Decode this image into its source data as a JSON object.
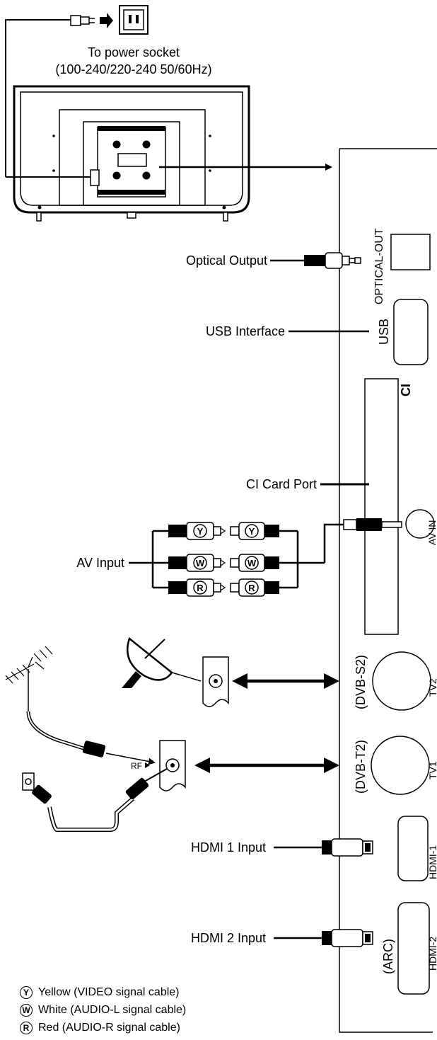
{
  "power": {
    "line1": "To power socket",
    "line2": "(100-240/220-240 50/60Hz)"
  },
  "panel": {
    "optical_out": "OPTICAL-OUT",
    "usb": "USB",
    "ci": "CI",
    "av_in": "AV IN",
    "dvb_s2": "(DVB-S2)",
    "tv2": "TV2",
    "dvb_t2": "(DVB-T2)",
    "tv1": "TV1",
    "hdmi1": "HDMI-1",
    "arc": "(ARC)",
    "hdmi2": "HDMI-2"
  },
  "callouts": {
    "optical_output": "Optical Output",
    "usb_interface": "USB Interface",
    "ci_card_port": "CI Card Port",
    "av_input": "AV Input",
    "rf": "RF",
    "hdmi1_input": "HDMI 1 Input",
    "hdmi2_input": "HDMI 2 Input"
  },
  "plug_letters": {
    "yellow": "Y",
    "white": "W",
    "red": "R"
  },
  "legend": [
    {
      "badge": "Y",
      "text": "Yellow (VIDEO signal cable)"
    },
    {
      "badge": "W",
      "text": "White (AUDIO-L signal cable)"
    },
    {
      "badge": "R",
      "text": "Red (AUDIO-R signal cable)"
    }
  ]
}
